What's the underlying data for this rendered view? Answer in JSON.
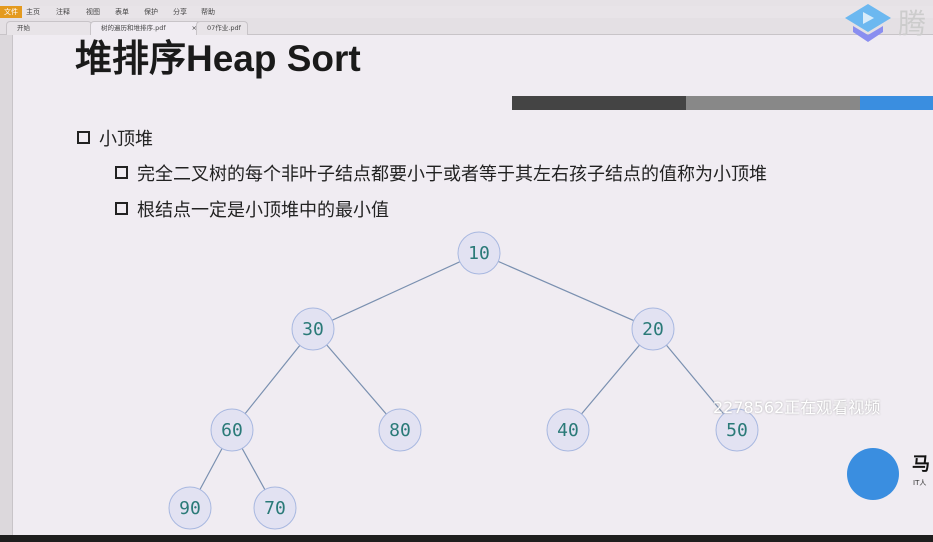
{
  "menu": {
    "items": [
      "文件",
      "主页",
      "注释",
      "视图",
      "表单",
      "保护",
      "分享",
      "帮助"
    ]
  },
  "tabs": [
    {
      "label": "开始"
    },
    {
      "label": "树的遍历和堆排序.pdf"
    },
    {
      "label": "07作业.pdf"
    }
  ],
  "slide": {
    "title": "堆排序Heap Sort",
    "bar_colors": [
      "#444444",
      "#888888",
      "#3a8ee0"
    ],
    "bullet1": "小顶堆",
    "sub1": "完全二叉树的每个非叶子结点都要小于或者等于其左右孩子结点的值称为小顶堆",
    "sub2": "根结点一定是小顶堆中的最小值",
    "tree": {
      "nodes": [
        "10",
        "30",
        "20",
        "60",
        "80",
        "40",
        "50",
        "90",
        "70"
      ],
      "edges": [
        [
          0,
          1
        ],
        [
          0,
          2
        ],
        [
          1,
          3
        ],
        [
          1,
          4
        ],
        [
          2,
          5
        ],
        [
          2,
          6
        ],
        [
          3,
          7
        ],
        [
          3,
          8
        ]
      ]
    }
  },
  "overlay": {
    "watermark": "2278562正在观看视频",
    "brand_top": "腾",
    "brand_bottom": "马",
    "brand_sub": "IT人"
  }
}
